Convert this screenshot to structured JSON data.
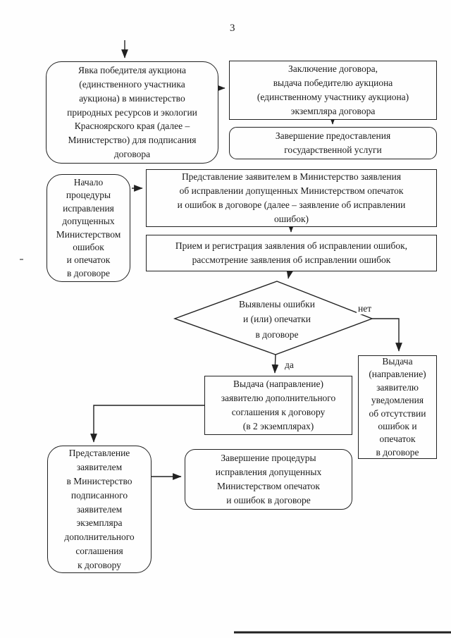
{
  "page": {
    "number": "3"
  },
  "colors": {
    "ink": "#212121",
    "paper": "#fefefe"
  },
  "edge_labels": {
    "yes": "да",
    "no": "нет"
  },
  "nodes": {
    "winner_attendance": {
      "shape": "rounded",
      "text": "Явка победителя аукциона\n(единственного участника\nаукциона) в министерство\nприродных ресурсов и экологии\nКрасноярского края (далее –\nМинистерство) для подписания\nдоговора"
    },
    "contract_conclusion": {
      "shape": "rect",
      "text": "Заключение договора,\nвыдача победителю аукциона\n(единственному участнику аукциона)\nэкземпляра договора"
    },
    "service_completion": {
      "shape": "rounded",
      "text": "Завершение предоставления\nгосударственной услуги"
    },
    "correction_start": {
      "shape": "rounded",
      "text": "Начало\nпроцедуры\nисправления\nдопущенных\nМинистерством\nошибок\nи опечаток\nв договоре"
    },
    "application_submission": {
      "shape": "rect",
      "text": "Представление заявителем в Министерство заявления\nоб исправлении допущенных Министерством опечаток\nи ошибок в договоре (далее – заявление об исправлении\nошибок)"
    },
    "application_registration": {
      "shape": "rect",
      "text": "Прием и регистрация заявления об исправлении ошибок,\nрассмотрение заявления об исправлении ошибок"
    },
    "errors_found_decision": {
      "shape": "diamond",
      "text": "Выявлены ошибки\nи (или) опечатки\nв договоре"
    },
    "notification_issue": {
      "shape": "rect",
      "text": "Выдача\n(направление)\nзаявителю\nуведомления\nоб отсутствии\nошибок и\nопечаток\nв договоре"
    },
    "agreement_issue": {
      "shape": "rect",
      "text": "Выдача (направление)\nзаявителю дополнительного\nсоглашения к договору\n(в 2 экземплярах)"
    },
    "signed_agreement_submission": {
      "shape": "rounded",
      "text": "Представление\nзаявителем\nв Министерство\nподписанного\nзаявителем\nэкземпляра\nдополнительного\nсоглашения\nк договору"
    },
    "correction_completion": {
      "shape": "rounded",
      "text": "Завершение процедуры\nисправления допущенных\nМинистерством опечаток\nи ошибок в договоре"
    }
  }
}
